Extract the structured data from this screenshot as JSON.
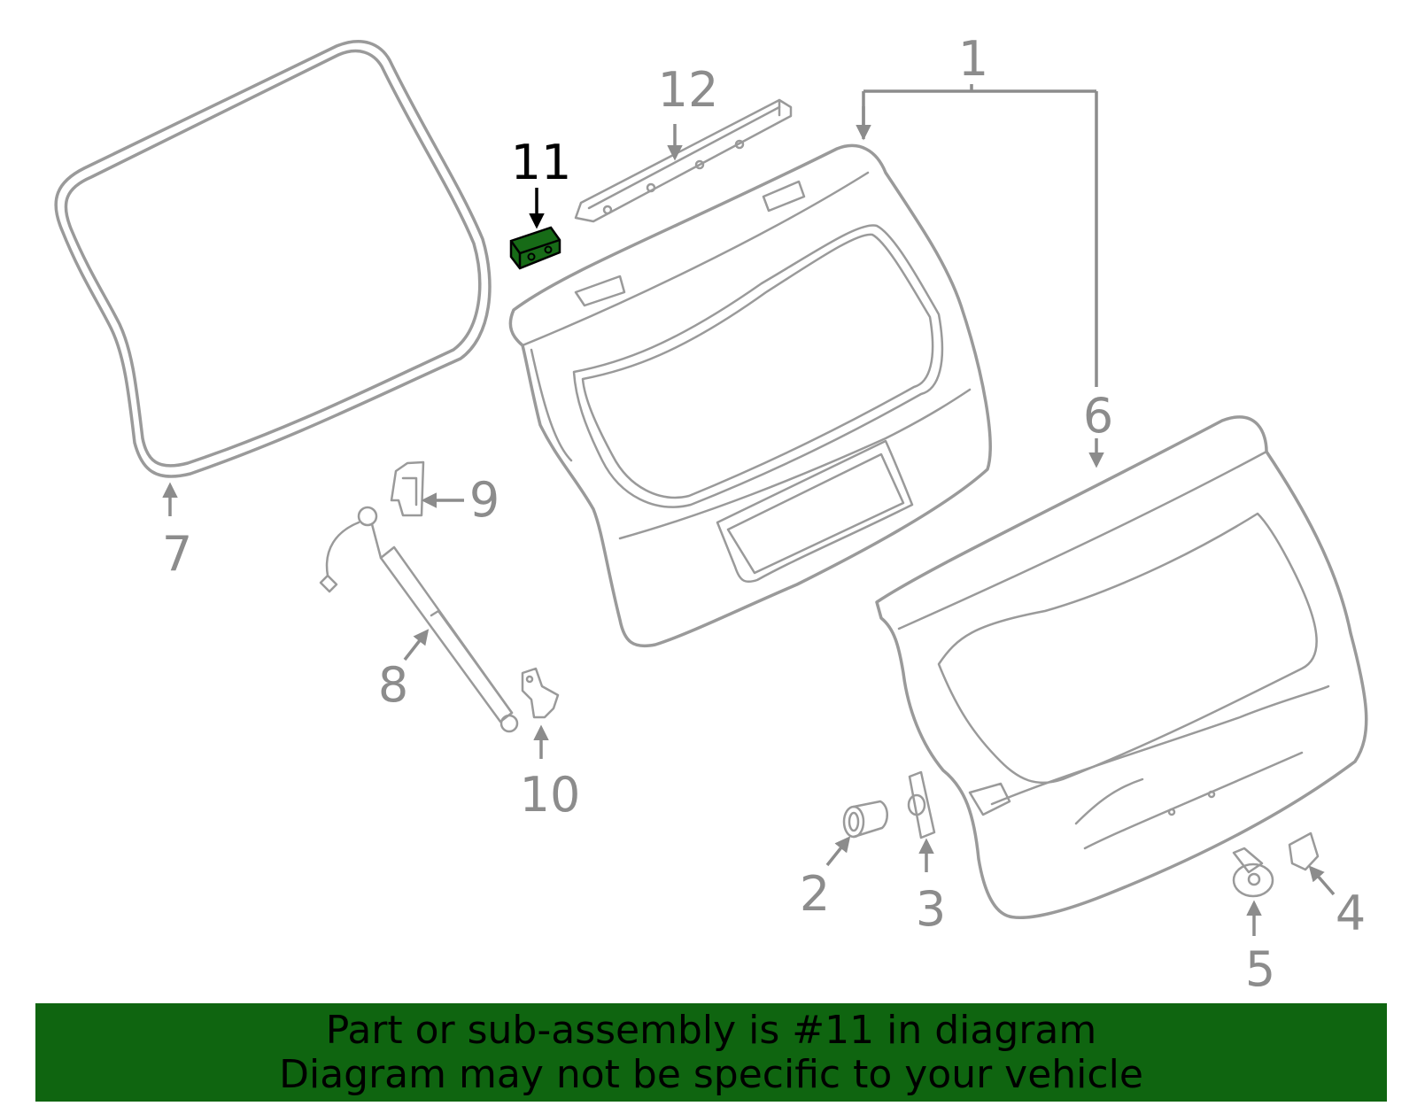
{
  "diagram": {
    "highlight_part": "11",
    "highlight_color": "#176b17",
    "line_color": "#9a9a9a",
    "callouts": [
      "1",
      "2",
      "3",
      "4",
      "5",
      "6",
      "7",
      "8",
      "9",
      "10",
      "11",
      "12"
    ]
  },
  "banner": {
    "line1": "Part or sub-assembly is #11 in diagram",
    "line2": "Diagram may not be specific to your vehicle",
    "background": "#0f6510"
  }
}
